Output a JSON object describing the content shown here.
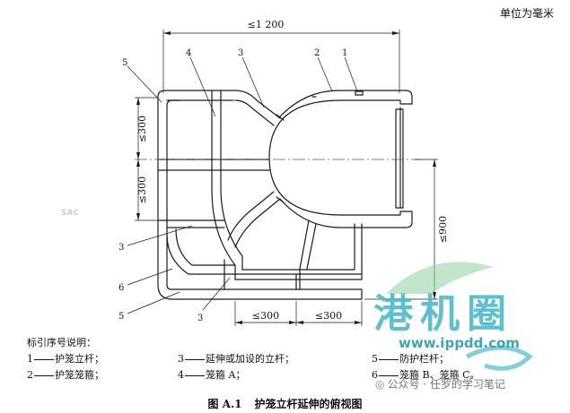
{
  "header": {
    "unit_note": "单位为毫米"
  },
  "dimensions": {
    "top_width": "≤1 200",
    "left_upper": "≤300",
    "left_lower": "≤300",
    "right_height": "≤900",
    "bottom_left": "≤300",
    "bottom_right": "≤300"
  },
  "callouts": {
    "top_5": "5",
    "top_4": "4",
    "top_3": "3",
    "top_2": "2",
    "top_1": "1",
    "left_3": "3",
    "left_6": "6",
    "left_5": "5",
    "bottom_3": "3"
  },
  "legend": {
    "heading": "标引序号说明：",
    "items": [
      {
        "num": "1",
        "text": "护笼立杆；"
      },
      {
        "num": "2",
        "text": "护笼笼箍；"
      },
      {
        "num": "3",
        "text": "延伸或加设的立杆；"
      },
      {
        "num": "4",
        "text": "笼箍 A；"
      },
      {
        "num": "5",
        "text": "防护栏杆；"
      },
      {
        "num": "6",
        "text": "笼箍 B、笼箍 C。"
      }
    ]
  },
  "caption": {
    "number": "图 A.1",
    "title": "护笼立杆延伸的俯视图"
  },
  "watermark": {
    "brand": "港机圈",
    "site": "www.ippdd.com",
    "social": "公众号 · 任罗的学习笔记",
    "side": "SAC"
  }
}
